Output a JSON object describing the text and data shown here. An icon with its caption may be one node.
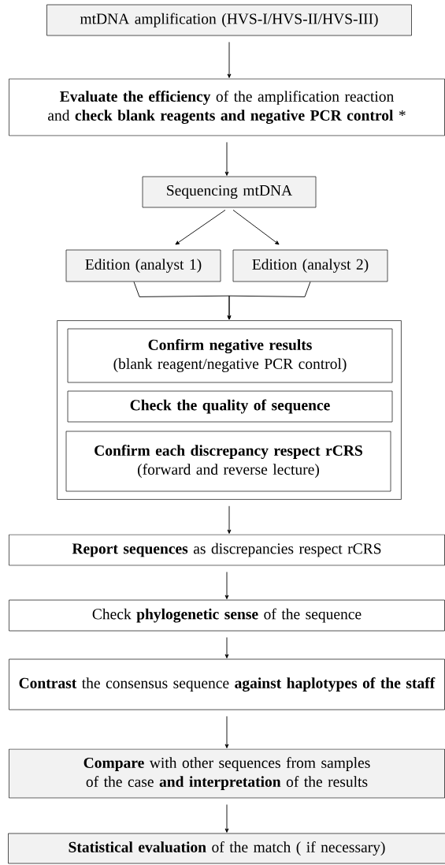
{
  "diagram": {
    "nodes": [
      {
        "text": [
          "mtDNA amplification (HVS-I/HVS-II/HVS-III)"
        ]
      },
      {
        "text": [
          "**Evaluate the efficiency** of the amplification reaction and **check blank reagents and negative PCR control** *"
        ]
      },
      {
        "text": [
          "Sequencing mtDNA"
        ]
      },
      {
        "text": [
          "Edition (analyst 1)"
        ]
      },
      {
        "text": [
          "Edition (analyst 2)"
        ]
      },
      {
        "text": [],
        "shape": "box"
      },
      {
        "text": [
          "Confirm negative results",
          "(blank reagent/negative PCR control)"
        ],
        "in": 5
      },
      {
        "text": [
          "Check the quality of sequence"
        ],
        "in": 5
      },
      {
        "text": [
          "Confirm each discrepancy respect rCRS",
          "(forward and reverse lecture)"
        ],
        "in": 5
      },
      {
        "text": [
          "**Report sequences** as discrepancies respect rCRS"
        ]
      },
      {
        "text": [
          "Check **phylogenetic sense** of the sequence"
        ]
      },
      {
        "text": [
          "**Contrast** the consensus sequence **against haplotypes of the staff**"
        ]
      },
      {
        "text": [
          "**Compare** with other sequences from samples of the case **and interpretation** of the results"
        ]
      },
      {
        "text": [
          "**Statistical evaluation** of the match ( if necessary)"
        ]
      }
    ],
    "edges": [
      {
        "from": 0,
        "to": 1,
        "arrow": "to"
      },
      {
        "from": 1,
        "to": 2,
        "arrow": "to"
      },
      {
        "from": 2,
        "to": 3,
        "arrow": "to"
      },
      {
        "from": 2,
        "to": 4,
        "arrow": "to"
      },
      {
        "from": 3,
        "to": 5,
        "arrow": "to"
      },
      {
        "from": 4,
        "to": 5,
        "arrow": "to"
      },
      {
        "from": 5,
        "to": 9,
        "arrow": "to"
      },
      {
        "from": 9,
        "to": 10,
        "arrow": "to"
      },
      {
        "from": 10,
        "to": 11,
        "arrow": "to"
      },
      {
        "from": 11,
        "to": 12,
        "arrow": "to"
      },
      {
        "from": 12,
        "to": 13,
        "arrow": "to"
      }
    ]
  }
}
